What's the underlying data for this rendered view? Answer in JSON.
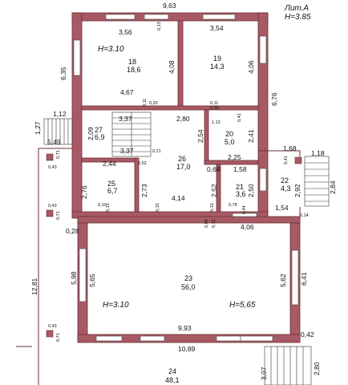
{
  "header": {
    "lit": "Лит.А",
    "height": "H=3.85"
  },
  "dims": {
    "top_total": "9,63",
    "r18_width": "3,56",
    "r19_width": "3,54",
    "d013": "0,13",
    "left_635": "6,35",
    "d408": "4,08",
    "d406": "4,06",
    "right_676": "6,76",
    "d467": "4,67",
    "d011": "0,11",
    "d033": "0,33",
    "d280": "2,80",
    "d112": "1,12",
    "d337a": "3,37",
    "d209": "2,09",
    "d337b": "3,37",
    "d021": "0,21",
    "d127": "1,27",
    "d549": "5,49",
    "d254": "2,54",
    "d241": "2,41",
    "d113": "1,13",
    "d041": "0,41",
    "d225": "2,25",
    "d168": "1,68",
    "d118": "1,18",
    "d244": "2,44",
    "d052": "0,52",
    "d068": "0,68",
    "d158": "1,58",
    "d276": "2,76",
    "d273": "2,73",
    "d252": "2,52",
    "d250": "2,50",
    "d292": "2,92",
    "d284": "2,84",
    "d414": "4,14",
    "d010": "0,10",
    "d015": "0,15",
    "d078": "0,78",
    "d044": "0,44",
    "d154": "1,54",
    "d014": "0,14",
    "d028": "0,28",
    "d406b": "4,06",
    "d009": "0,09",
    "d012": "0,12",
    "d1281": "12,81",
    "d598": "5,98",
    "d565": "5,65",
    "d562": "5,62",
    "d641": "6,41",
    "d993": "9,93",
    "d1089": "10,89",
    "d042": "0,42",
    "d307": "3,07",
    "d280b": "2,80",
    "d043": "0,43",
    "d071": "0,71"
  },
  "rooms": [
    {
      "num": "18",
      "area": "18,6"
    },
    {
      "num": "19",
      "area": "14,3"
    },
    {
      "num": "27",
      "area": "6,9"
    },
    {
      "num": "20",
      "area": "5,0"
    },
    {
      "num": "26",
      "area": "17,0"
    },
    {
      "num": "25",
      "area": "6,7"
    },
    {
      "num": "21",
      "area": "3,6"
    },
    {
      "num": "22",
      "area": "4,3"
    },
    {
      "num": "23",
      "area": "56,0"
    },
    {
      "num": "24",
      "area": "48,1"
    }
  ],
  "heights": {
    "upper": "H=3.10",
    "lower_left": "H=3.10",
    "lower_right": "H=5,65"
  }
}
